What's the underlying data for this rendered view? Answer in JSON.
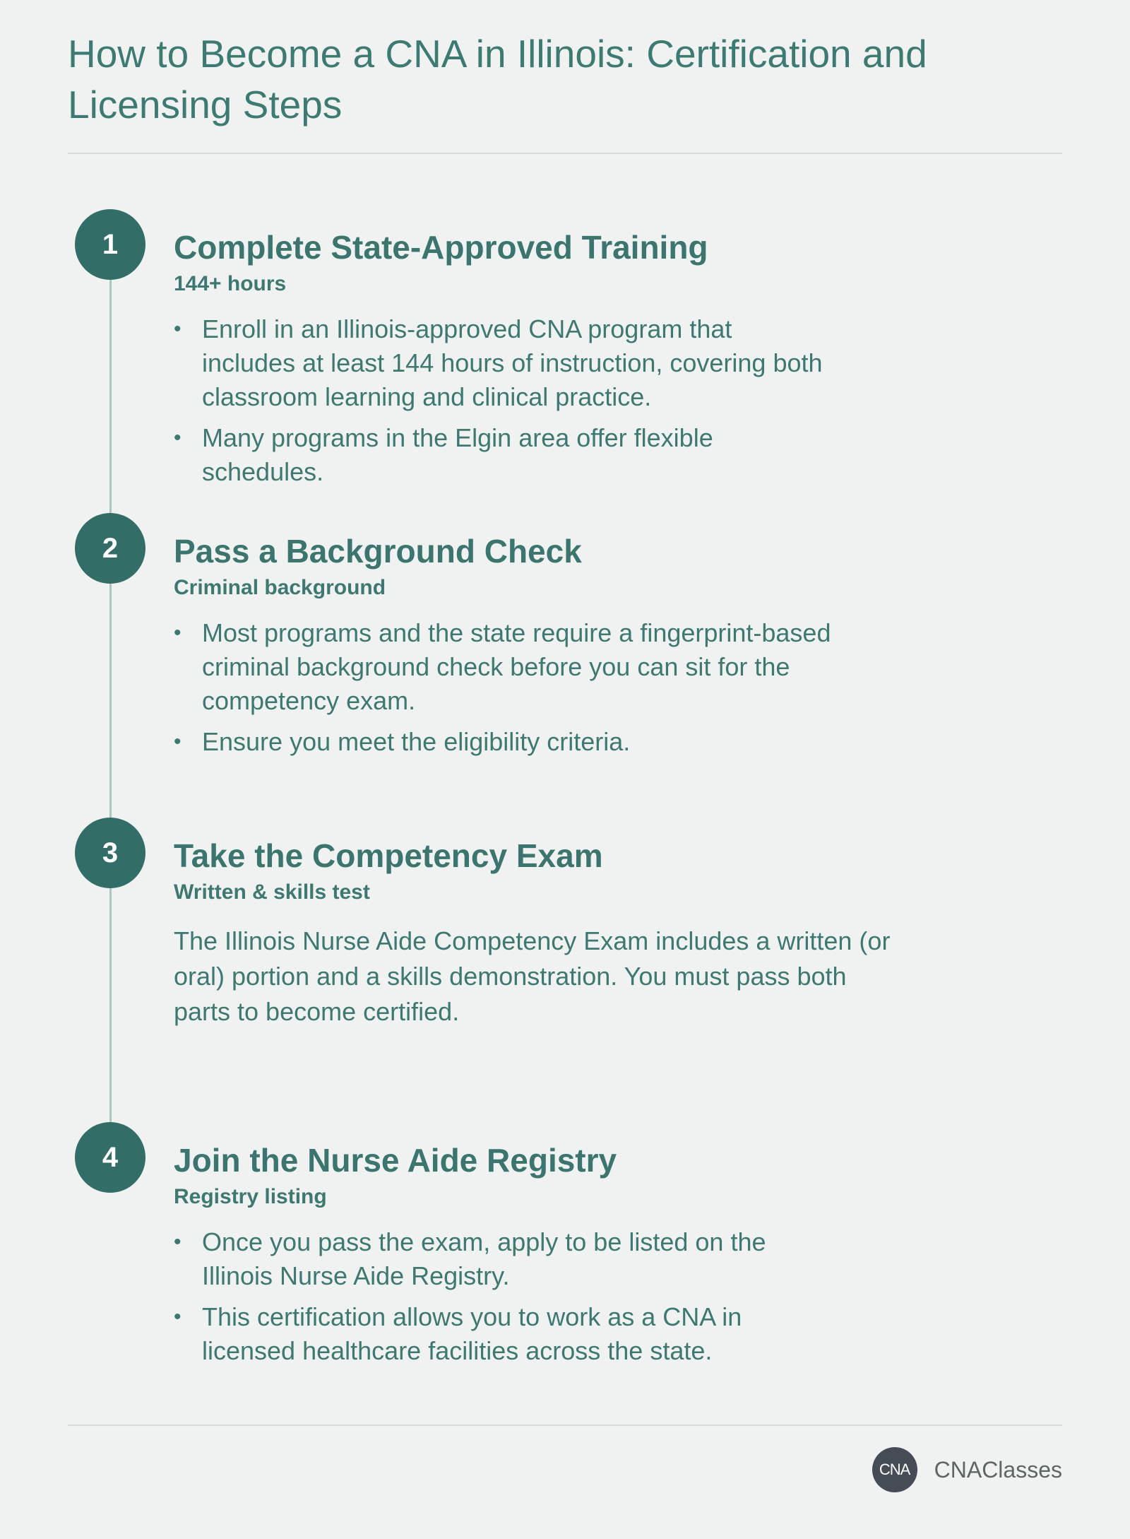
{
  "title": "How to Become a CNA in Illinois: Certification and Licensing Steps",
  "steps": [
    {
      "number": "1",
      "title": "Complete State-Approved Training",
      "subtitle": "144+ hours",
      "bullets": [
        "Enroll in an Illinois-approved CNA program that includes at least 144 hours of instruction, covering both classroom learning and clinical practice.",
        "Many programs in the Elgin area offer flexible schedules."
      ]
    },
    {
      "number": "2",
      "title": "Pass a Background Check",
      "subtitle": "Criminal background",
      "bullets": [
        "Most programs and the state require a fingerprint-based criminal background check before you can sit for the competency exam.",
        "Ensure you meet the eligibility criteria."
      ]
    },
    {
      "number": "3",
      "title": "Take the Competency Exam",
      "subtitle": "Written & skills test",
      "paragraph": "The Illinois Nurse Aide Competency Exam includes a written (or oral) portion and a skills demonstration. You must pass both parts to become certified."
    },
    {
      "number": "4",
      "title": "Join the Nurse Aide Registry",
      "subtitle": "Registry listing",
      "bullets": [
        "Once you pass the exam, apply to be listed on the Illinois Nurse Aide Registry.",
        "This certification allows you to work as a CNA in licensed healthcare facilities across the state."
      ]
    }
  ],
  "footer": {
    "logo_text": "CNA",
    "brand_name": "CNAClasses"
  },
  "colors": {
    "background": "#eff2f1",
    "accent": "#326e67",
    "text": "#3f7870",
    "timeline": "#a9c8c2"
  }
}
